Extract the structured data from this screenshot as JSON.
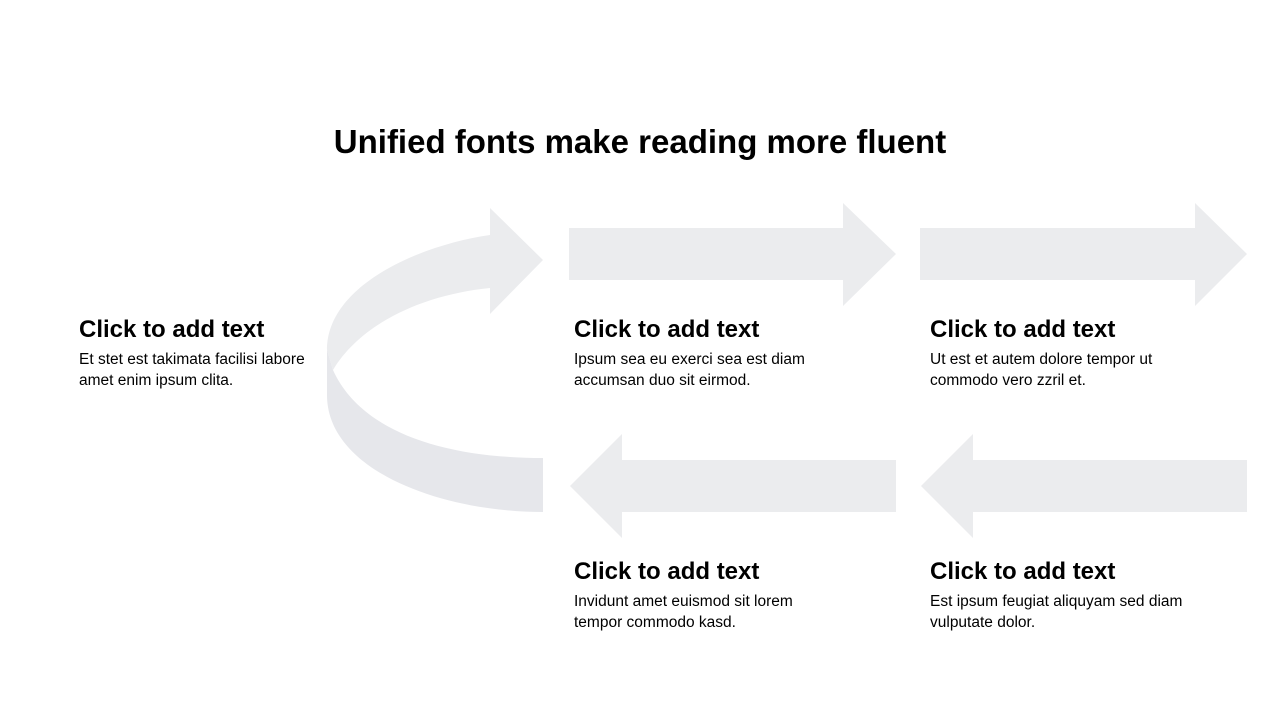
{
  "title": "Unified fonts make reading more fluent",
  "colors": {
    "arrow": "#ebecee",
    "arrow_dark": "#e5e6ea"
  },
  "items": [
    {
      "heading": "Click to add text",
      "body": "Et stet est takimata facilisi labore amet enim ipsum clita."
    },
    {
      "heading": "Click to add text",
      "body": "Ipsum sea eu exerci sea est diam accumsan duo sit eirmod."
    },
    {
      "heading": "Click to add text",
      "body": "Ut est et autem dolore tempor ut commodo vero zzril et."
    },
    {
      "heading": "Click to add text",
      "body": "Invidunt amet euismod sit lorem tempor commodo kasd."
    },
    {
      "heading": "Click to add text",
      "body": "Est ipsum feugiat aliquyam sed diam vulputate dolor."
    }
  ]
}
